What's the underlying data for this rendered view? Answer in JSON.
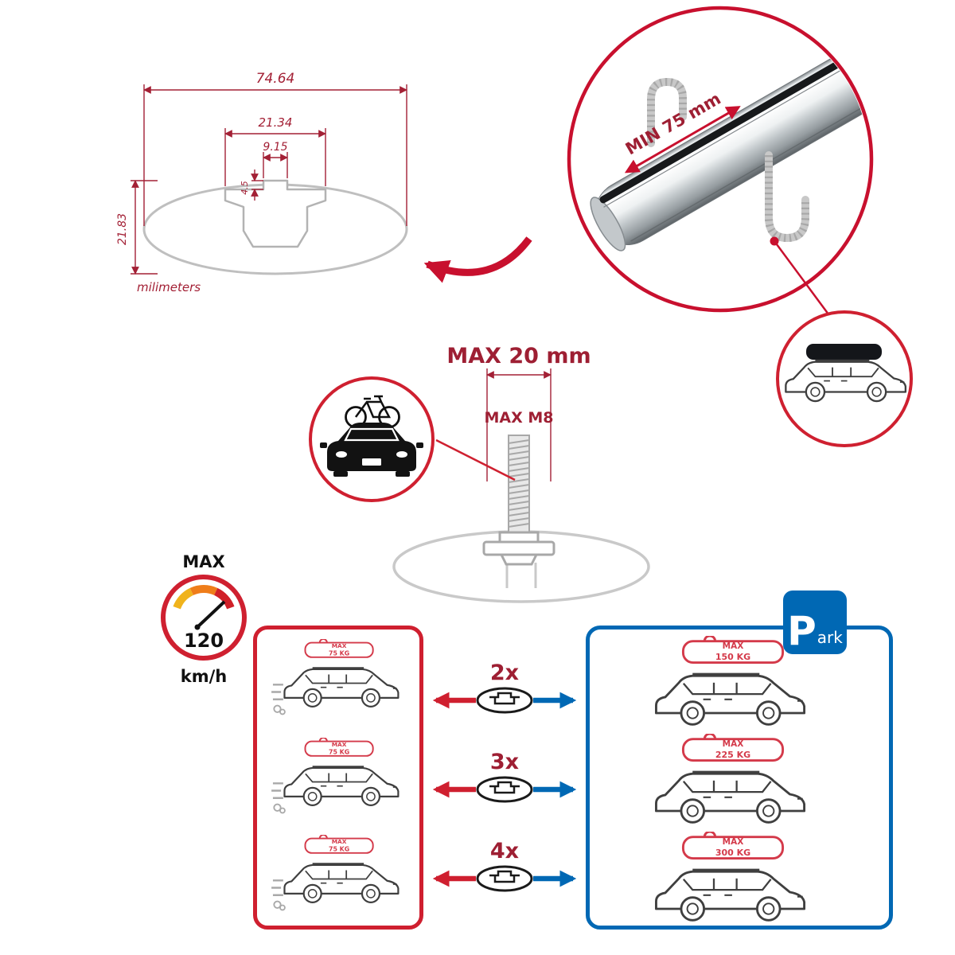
{
  "colors": {
    "red": "#c8102e",
    "dim_red": "#a32035",
    "label_red": "#9e1f33",
    "blue": "#0068b4",
    "gray": "#b8b8b8",
    "line_dark": "#3f3f3f"
  },
  "profile": {
    "total_width": "74.64",
    "slot_outer": "21.34",
    "slot_inner": "9.15",
    "lip_depth": "4.5",
    "height": "21.83",
    "units": "milimeters"
  },
  "bar": {
    "min_span": "MIN 75 mm"
  },
  "bolt": {
    "max_protrusion": "MAX 20 mm",
    "thread": "MAX M8"
  },
  "speed": {
    "label": "MAX",
    "value": "120",
    "unit": "km/h"
  },
  "capacity": {
    "multipliers": [
      "2x",
      "3x",
      "4x"
    ],
    "left_rows": [
      {
        "line1": "MAX",
        "line2": "75 KG"
      },
      {
        "line1": "MAX",
        "line2": "75 KG"
      },
      {
        "line1": "MAX",
        "line2": "75 KG"
      }
    ],
    "right_rows": [
      {
        "line1": "MAX",
        "line2": "150 KG"
      },
      {
        "line1": "MAX",
        "line2": "225 KG"
      },
      {
        "line1": "MAX",
        "line2": "300 KG"
      }
    ],
    "park_sign": {
      "p": "P",
      "suffix": "ark"
    }
  }
}
